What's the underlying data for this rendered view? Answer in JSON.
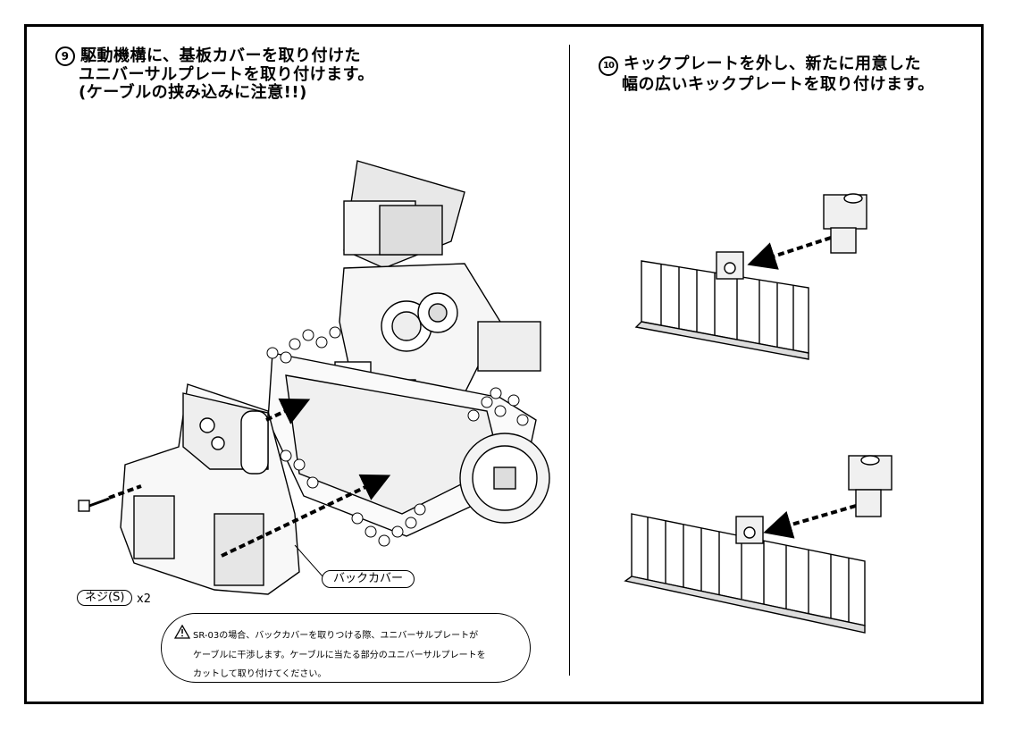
{
  "step9": {
    "number": "9",
    "lines": [
      "駆動機構に、基板カバーを取り付けた",
      "ユニバーサルプレートを取り付けます。",
      "(ケーブルの挟み込みに注意!!)"
    ]
  },
  "step10": {
    "number": "10",
    "lines": [
      "キックプレートを外し、新たに用意した",
      "幅の広いキックプレートを取り付けます。"
    ]
  },
  "labels": {
    "back_cover": "バックカバー",
    "screw": "ネジ(S)",
    "screw_qty": "x2"
  },
  "note": {
    "lines": [
      "SR-03の場合、バックカバーを取りつける際、ユニバーサルプレートが",
      "ケーブルに干渉します。ケーブルに当たる部分のユニバーサルプレートを",
      "カットして取り付けてください。"
    ]
  },
  "icons": [
    "warning-icon",
    "screw-icon",
    "arrow-icon"
  ]
}
